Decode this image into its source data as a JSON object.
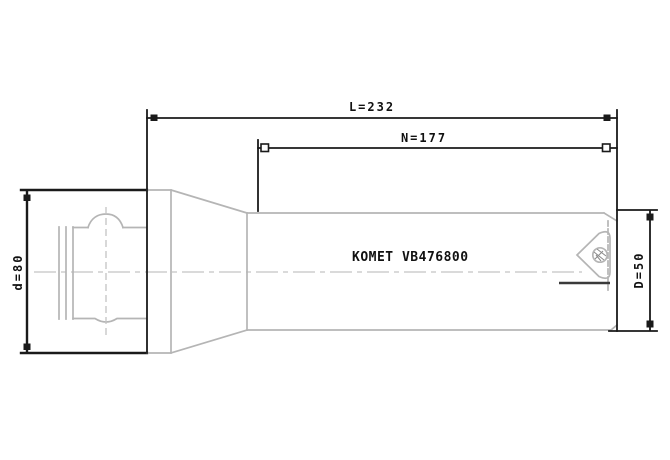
{
  "drawing": {
    "type": "technical-drawing",
    "subject": "indexable drill tool side view",
    "part_label": "KOMET VB476800",
    "dimensions": {
      "overall_length": "L=232",
      "usable_length": "N=177",
      "shank_diameter": "d=80",
      "cutting_diameter": "D=50"
    }
  },
  "colors": {
    "background": "#ffffff",
    "outline_primary": "#1a1a1a",
    "outline_body": "#b5b5b5",
    "centerline": "#c4c4c4",
    "pocket_edge": "#3a3a3a",
    "text": "#111111"
  }
}
